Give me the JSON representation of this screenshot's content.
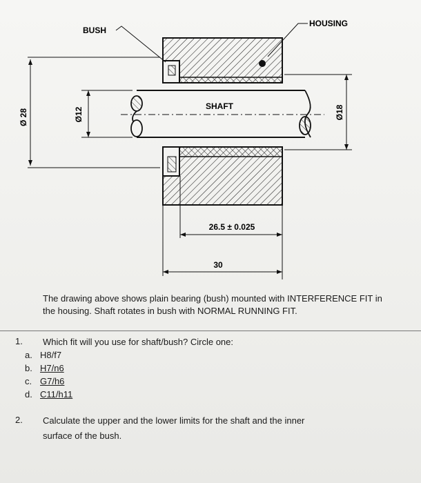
{
  "drawing": {
    "bush_label": "BUSH",
    "housing_label": "HOUSING",
    "shaft_label": "SHAFT",
    "dim_dia28": "Ø 28",
    "dim_dia12": "Ø12",
    "dim_dia18": "Ø18",
    "dim_26_5": "26.5 ± 0.025",
    "dim_30": "30"
  },
  "problem": {
    "line1": "The drawing above shows plain bearing (bush) mounted with INTERFERENCE FIT in",
    "line2": "the housing. Shaft rotates in bush with NORMAL RUNNING FIT."
  },
  "questions": [
    {
      "number": "1.",
      "text": "Which fit will you use for shaft/bush? Circle one:",
      "options": [
        {
          "letter": "a.",
          "text": "H8/f7"
        },
        {
          "letter": "b.",
          "text": "H7/n6"
        },
        {
          "letter": "c.",
          "text": "G7/h6"
        },
        {
          "letter": "d.",
          "text": "C11/h11"
        }
      ]
    },
    {
      "number": "2.",
      "line1": "Calculate the upper and the lower limits for the shaft and the inner",
      "line2": "surface of the bush."
    }
  ]
}
